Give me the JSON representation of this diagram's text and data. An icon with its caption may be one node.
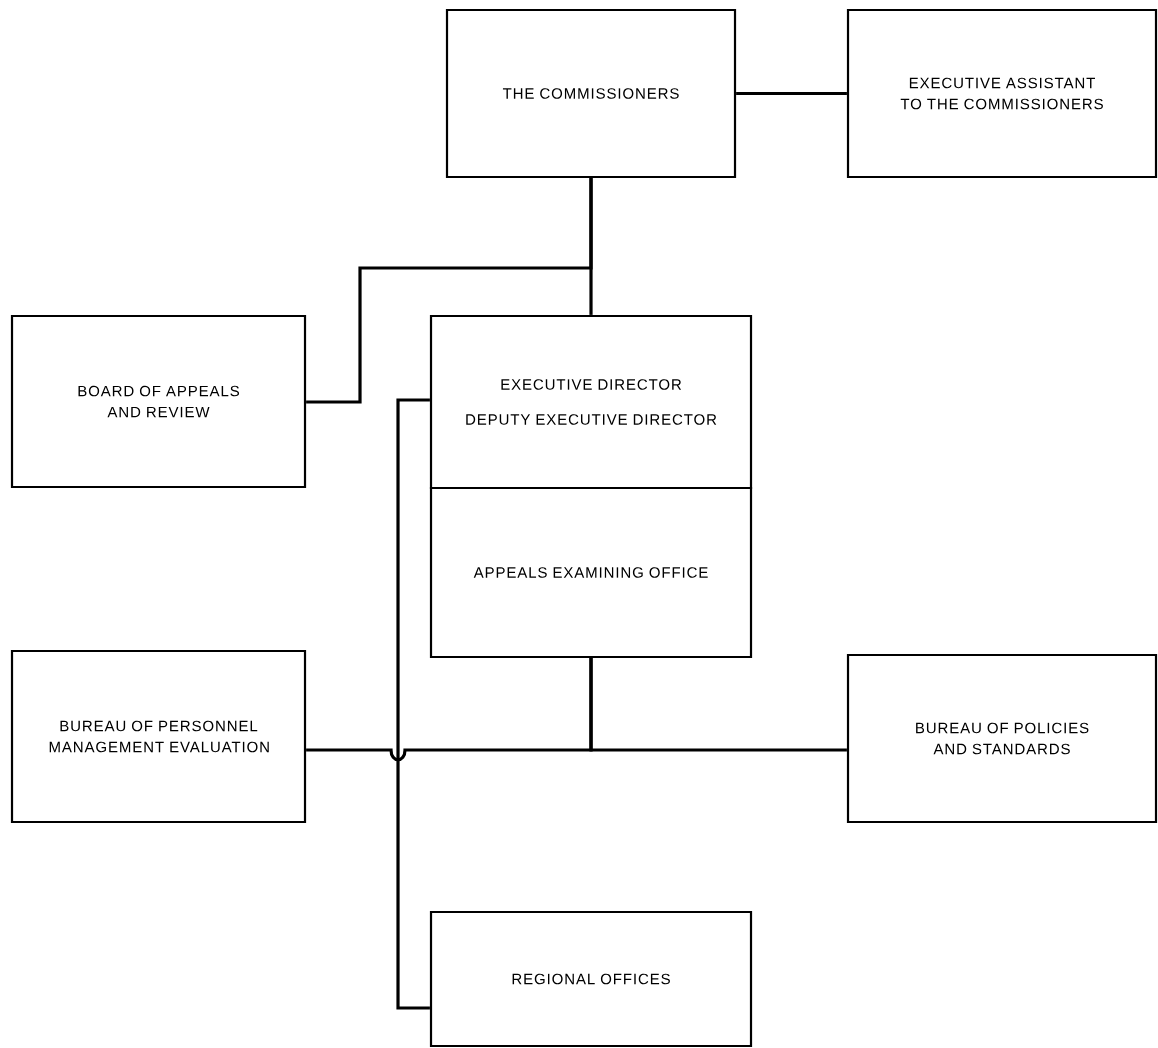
{
  "diagram": {
    "nodes": [
      {
        "text": [
          "THE COMMISSIONERS"
        ]
      },
      {
        "text": [
          "EXECUTIVE ASSISTANT TO THE COMMISSIONERS"
        ]
      },
      {
        "text": [
          "BOARD OF APPEALS AND REVIEW"
        ]
      },
      {
        "text": [
          "EXECUTIVE DIRECTOR",
          "DEPUTY EXECUTIVE DIRECTOR"
        ]
      },
      {
        "text": [
          "APPEALS EXAMINING OFFICE"
        ]
      },
      {
        "text": [
          "BUREAU OF PERSONNEL MANAGEMENT EVALUATION"
        ]
      },
      {
        "text": [
          "BUREAU OF POLICIES AND STANDARDS"
        ]
      },
      {
        "text": [
          "REGIONAL OFFICES"
        ]
      }
    ],
    "edges": [
      {
        "from": 0,
        "to": 1,
        "arrow": "none"
      },
      {
        "from": 0,
        "to": 3,
        "arrow": "none"
      },
      {
        "from": 0,
        "to": 2,
        "arrow": "none"
      },
      {
        "from": 4,
        "to": 6,
        "arrow": "none"
      },
      {
        "from": 4,
        "to": 5,
        "arrow": "none"
      },
      {
        "from": 3,
        "to": 7,
        "arrow": "none"
      }
    ]
  }
}
